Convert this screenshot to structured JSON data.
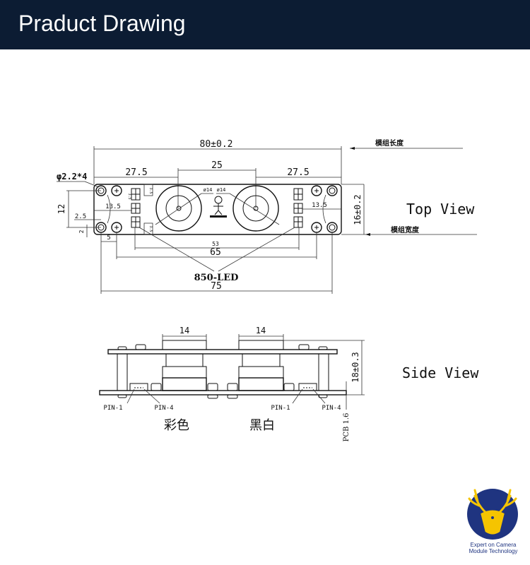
{
  "header": {
    "title": "Praduct Drawing"
  },
  "top_view": {
    "label": "Top View",
    "dims": {
      "overall_length": "80±0.2",
      "left_offset": "27.5",
      "lens_spacing": "25",
      "right_offset": "27.5",
      "hole_spec": "φ2.2*4",
      "hole_vertical": "12",
      "left_13_5": "13.5",
      "right_13_5": "13.5",
      "edge_2_5": "2.5",
      "edge_2": "2",
      "hole_5": "5",
      "led_span": "53",
      "screw_span": "65",
      "hole_span": "75",
      "width": "16±0.2",
      "lens_dia_1": "ø14",
      "lens_dia_2": "ø14",
      "led_small_1": "3.5",
      "led_small_2": "3.5",
      "led_small_3": "3.5"
    },
    "led_label": "850-LED",
    "length_note": "模组长度",
    "width_note": "模组宽度"
  },
  "side_view": {
    "label": "Side View",
    "dims": {
      "lens_left": "14",
      "lens_right": "14",
      "height": "18±0.3",
      "pcb": "PCB 1.6"
    },
    "pins": [
      "PIN-1",
      "PIN-4",
      "PIN-1",
      "PIN-4"
    ],
    "color_label": "彩色",
    "mono_label": "黑白"
  },
  "logo": {
    "line1": "Expert on Camera",
    "line2": "Module Technology",
    "navy": "#1f3480",
    "gold": "#f5c400"
  },
  "colors": {
    "header_bg": "#0c1c33"
  }
}
